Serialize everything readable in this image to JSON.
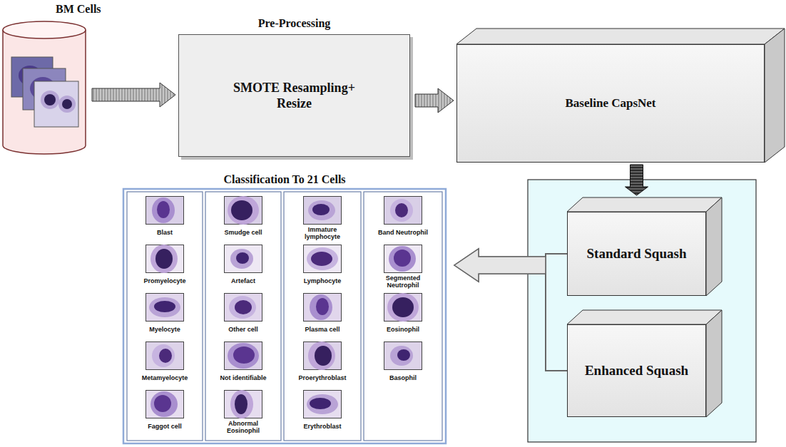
{
  "diagram": {
    "nodes": [
      {
        "text": [
          "BM Cells"
        ]
      },
      {
        "text": [
          "Pre-Processing",
          "SMOTE Resampling+ Resize"
        ]
      },
      {
        "text": [
          "Baseline CapsNet"
        ]
      },
      {
        "text": [
          "Standard Squash"
        ]
      },
      {
        "text": [
          "Enhanced Squash"
        ]
      },
      {
        "text": [
          "Classification To 21 Cells"
        ]
      },
      {
        "text": [
          "Blast"
        ],
        "in": 5
      },
      {
        "text": [
          "Promyelocyte"
        ],
        "in": 5
      },
      {
        "text": [
          "Myelocyte"
        ],
        "in": 5
      },
      {
        "text": [
          "Metamyelocyte"
        ],
        "in": 5
      },
      {
        "text": [
          "Faggot cell"
        ],
        "in": 5
      },
      {
        "text": [
          "Smudge cell"
        ],
        "in": 5
      },
      {
        "text": [
          "Artefact"
        ],
        "in": 5
      },
      {
        "text": [
          "Other cell"
        ],
        "in": 5
      },
      {
        "text": [
          "Not identifiable"
        ],
        "in": 5
      },
      {
        "text": [
          "Abnormal Eosinophil"
        ],
        "in": 5
      },
      {
        "text": [
          "Immature lymphocyte"
        ],
        "in": 5
      },
      {
        "text": [
          "Lymphocyte"
        ],
        "in": 5
      },
      {
        "text": [
          "Plasma cell"
        ],
        "in": 5
      },
      {
        "text": [
          "Proerythroblast"
        ],
        "in": 5
      },
      {
        "text": [
          "Erythroblast"
        ],
        "in": 5
      },
      {
        "text": [
          "Band Neutrophil"
        ],
        "in": 5
      },
      {
        "text": [
          "Segmented Neutrophil"
        ],
        "in": 5
      },
      {
        "text": [
          "Eosinophil"
        ],
        "in": 5
      },
      {
        "text": [
          "Basophil"
        ],
        "in": 5
      }
    ],
    "edges": [
      {
        "from": 0,
        "to": 1,
        "arrow": "to"
      },
      {
        "from": 1,
        "to": 2,
        "arrow": "to"
      },
      {
        "from": 2,
        "to": 3,
        "arrow": "to"
      },
      {
        "from": 3,
        "to": 5,
        "arrow": "to"
      },
      {
        "from": 4,
        "to": 5,
        "arrow": "to"
      }
    ]
  }
}
